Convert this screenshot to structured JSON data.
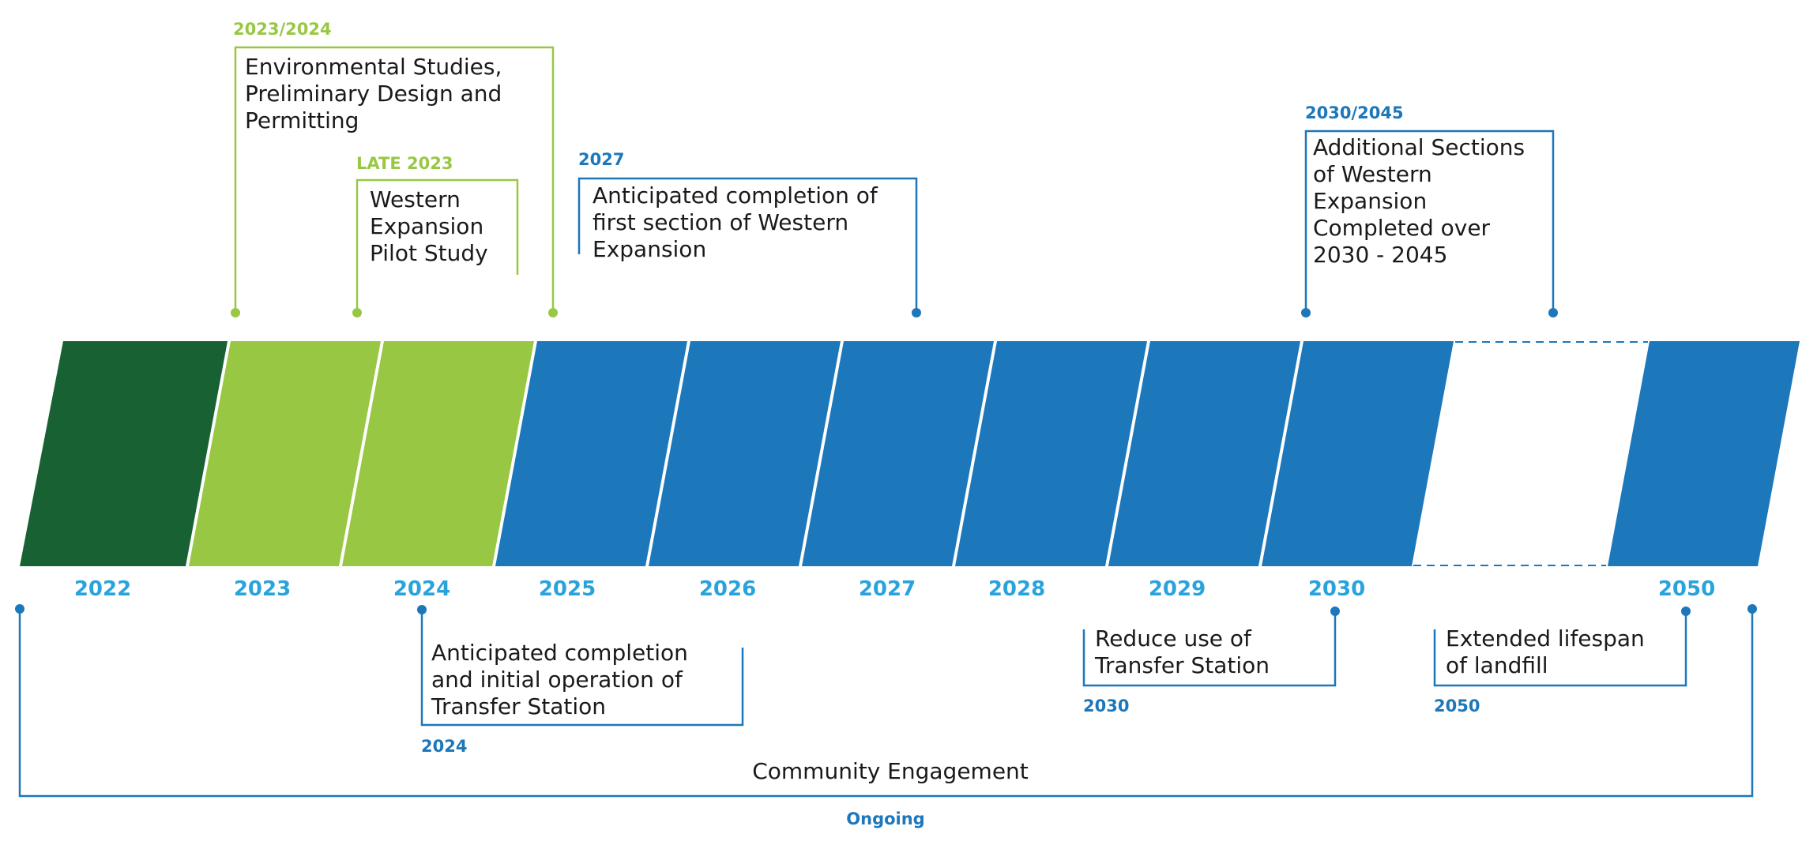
{
  "colors": {
    "dark_green": "#176132",
    "light_green": "#98c843",
    "blue": "#1c77bb",
    "year_label": "#29a3dc",
    "text": "#1a1a1a"
  },
  "years": [
    "2022",
    "2023",
    "2024",
    "2025",
    "2026",
    "2027",
    "2028",
    "2029",
    "2030",
    "2050"
  ],
  "milestones_top": [
    {
      "tag": "2023/2024",
      "tag_color": "light_green",
      "lines": [
        "Environmental Studies,",
        "Preliminary Design and",
        "Permitting"
      ]
    },
    {
      "tag": "LATE 2023",
      "tag_color": "light_green",
      "lines": [
        "Western",
        "Expansion",
        "Pilot Study"
      ]
    },
    {
      "tag": "2027",
      "tag_color": "blue",
      "lines": [
        "Anticipated completion of",
        "first section of Western",
        "Expansion"
      ]
    },
    {
      "tag": "2030/2045",
      "tag_color": "blue",
      "lines": [
        "Additional Sections",
        "of Western",
        "Expansion",
        "Completed over",
        "2030 - 2045"
      ]
    }
  ],
  "milestones_bottom": [
    {
      "tag": "2024",
      "lines": [
        "Anticipated completion",
        "and initial operation of",
        "Transfer Station"
      ]
    },
    {
      "tag": "2030",
      "lines": [
        "Reduce use of",
        "Transfer Station"
      ]
    },
    {
      "tag": "2050",
      "lines": [
        "Extended lifespan",
        "of landfill"
      ]
    }
  ],
  "engagement": {
    "label": "Community Engagement",
    "tag": "Ongoing"
  }
}
